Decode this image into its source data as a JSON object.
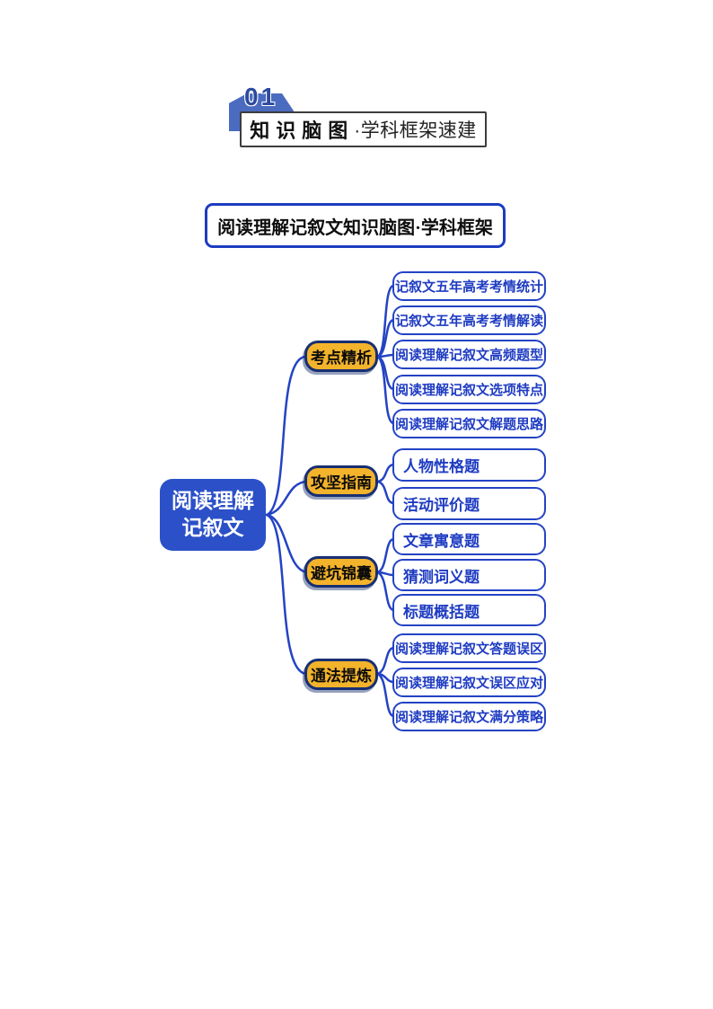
{
  "header": {
    "number": "01",
    "title_bold": "知识脑图",
    "title_rest": "·学科框架速建"
  },
  "title_box": {
    "text": "阅读理解记叙文知识脑图·学科框架"
  },
  "mindmap": {
    "colors": {
      "line_blue": "#2443c4",
      "root_fill": "#2b50c8",
      "branch_fill": "#f3b32b",
      "branch_border": "#172f72",
      "leaf_text": "#1f3cc2",
      "banner_blue": "#4a6bbf",
      "number_blue": "#2c4a9e"
    },
    "root": {
      "line1": "阅读理解",
      "line2": "记叙文"
    },
    "branches": [
      {
        "label": "考点精析",
        "children": [
          "记叙文五年高考考情统计",
          "记叙文五年高考考情解读",
          "阅读理解记叙文高频题型",
          "阅读理解记叙文选项特点",
          "阅读理解记叙文解题思路"
        ]
      },
      {
        "label": "攻坚指南",
        "children": [
          "人物性格题",
          "活动评价题"
        ]
      },
      {
        "label": "避坑锦囊",
        "children": [
          "文章寓意题",
          "猜测词义题",
          "标题概括题"
        ]
      },
      {
        "label": "通法提炼",
        "children": [
          "阅读理解记叙文答题误区",
          "阅读理解记叙文误区应对",
          "阅读理解记叙文满分策略"
        ]
      }
    ]
  }
}
